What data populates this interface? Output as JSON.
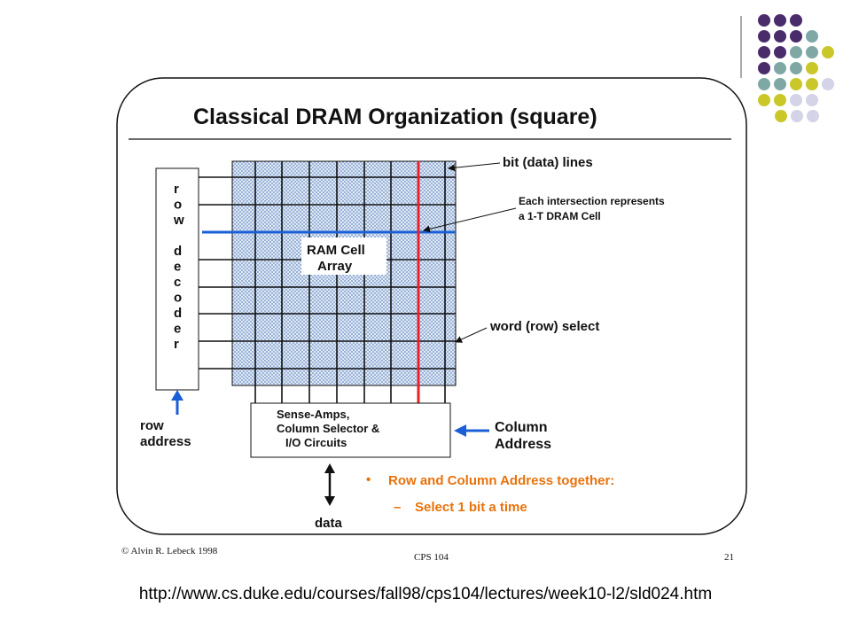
{
  "slide": {
    "title": "Classical DRAM Organization (square)",
    "row_decoder_letters": [
      "r",
      "o",
      "w",
      "",
      "d",
      "e",
      "c",
      "o",
      "d",
      "e",
      "r"
    ],
    "array_label_line1": "RAM Cell",
    "array_label_line2": "Array",
    "bit_lines_label": "bit (data) lines",
    "intersection_line1": "Each intersection represents",
    "intersection_line2": "a 1-T DRAM Cell",
    "word_select_label": "word (row) select",
    "sense_line1": "Sense-Amps,",
    "sense_line2": "Column Selector &",
    "sense_line3": "I/O Circuits",
    "row_address_line1": "row",
    "row_address_line2": "address",
    "column_address_line1": "Column",
    "column_address_line2": "Address",
    "data_label": "data",
    "bullet_main": "Row and Column Address together:",
    "bullet_sub": "Select 1 bit a time",
    "copyright": "© Alvin R. Lebeck 1998",
    "course": "CPS 104",
    "page_number": "21"
  },
  "footer": {
    "url": "http://www.cs.duke.edu/courses/fall98/cps104/lectures/week10-l2/sld024.htm"
  },
  "colors": {
    "purple": "#4a2c6b",
    "teal": "#7fa8a4",
    "olive": "#c9c828",
    "lavender": "#d4d3e8",
    "blue": "#1a5fd6",
    "red": "#e8202a",
    "orange": "#e8720c",
    "array_fill": "#c9d8ec"
  }
}
